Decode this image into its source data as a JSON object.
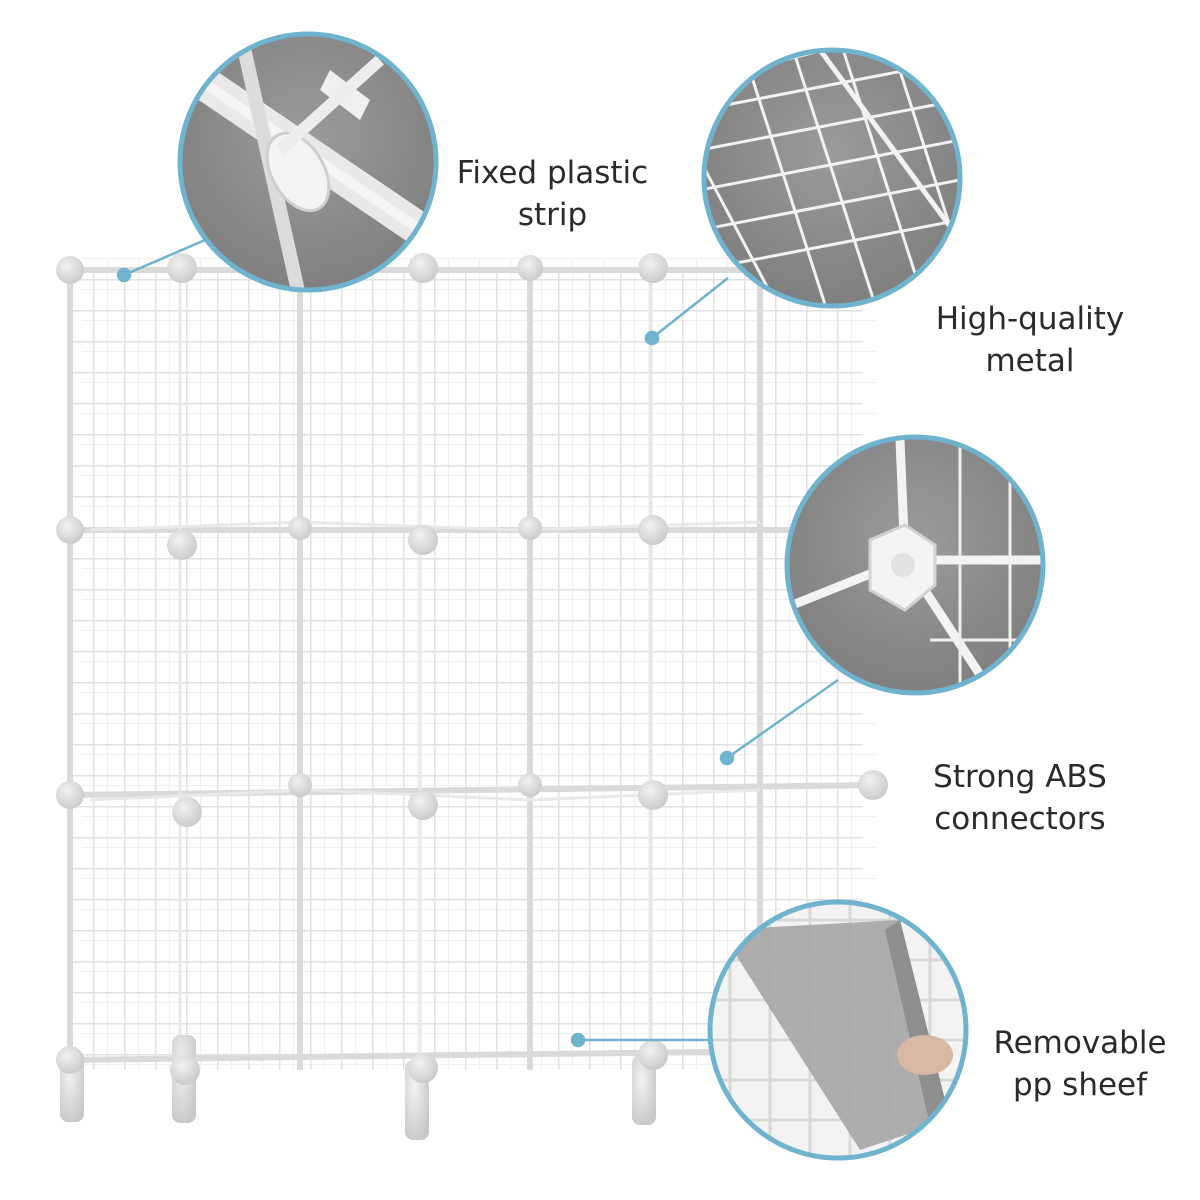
{
  "callouts": [
    {
      "id": "plastic-strip",
      "line1": "Fixed plastic",
      "line2": "strip"
    },
    {
      "id": "metal",
      "line1": "High-quality",
      "line2": "metal"
    },
    {
      "id": "connectors",
      "line1": "Strong ABS",
      "line2": "connectors"
    },
    {
      "id": "sheet",
      "line1": "Removable",
      "line2": "pp sheef"
    }
  ],
  "colors": {
    "accent": "#6fb3cf",
    "wire": "#e6e6e6",
    "wire_shadow": "#c9c9c9",
    "connector": "#d6d6d6",
    "zoom_bg": "#8e8e8e",
    "label": "#2b2b2b"
  }
}
